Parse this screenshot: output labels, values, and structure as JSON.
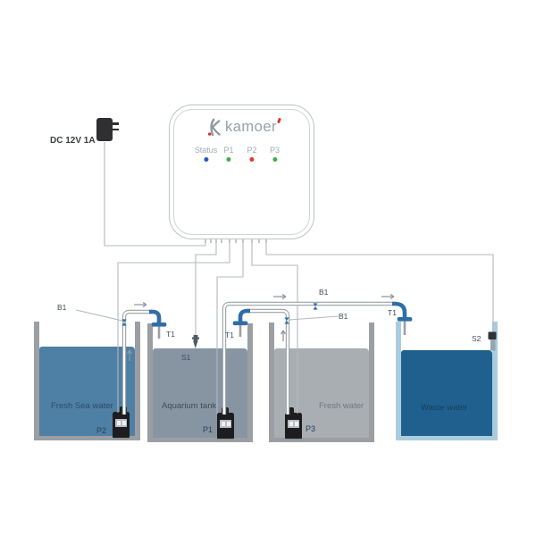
{
  "power_adapter": {
    "label": "DC 12V 1A"
  },
  "controller": {
    "brand": "kamoer",
    "indicators": [
      {
        "label": "Status",
        "led_color": "#1f57c5"
      },
      {
        "label": "P1",
        "led_color": "#3fae49"
      },
      {
        "label": "P2",
        "led_color": "#e23b2e"
      },
      {
        "label": "P3",
        "led_color": "#3fae49"
      }
    ]
  },
  "tanks": [
    {
      "name": "Fresh Sea water",
      "pump_label": "P2",
      "water_color": "#4e7fa4",
      "wall_color": "#9b9fa3",
      "name_color": "#2d4d68"
    },
    {
      "name": "Aquarium tank",
      "pump_label": "P1",
      "sensor_label": "S1",
      "water_color": "#8795a3",
      "wall_color": "#9b9fa3",
      "name_color": "#3e4c59"
    },
    {
      "name": "Fresh water",
      "pump_label": "P3",
      "water_color": "#a9aeb3",
      "wall_color": "#9b9fa3",
      "name_color": "#70777e"
    },
    {
      "name": "Waste water",
      "sensor_label": "S2",
      "water_color": "#20608f",
      "wall_color": "#a9cddf",
      "name_color": "#15405e"
    }
  ],
  "annotations": {
    "valve_label": "B1",
    "tee_label": "T1"
  },
  "colors": {
    "accent-blue": "#2e6ea7",
    "pipe-gray": "#9aa0a5",
    "wire-gray": "#b3b9be",
    "arrow-gray": "#8d98a2",
    "label-dark": "#3d4e5c"
  }
}
